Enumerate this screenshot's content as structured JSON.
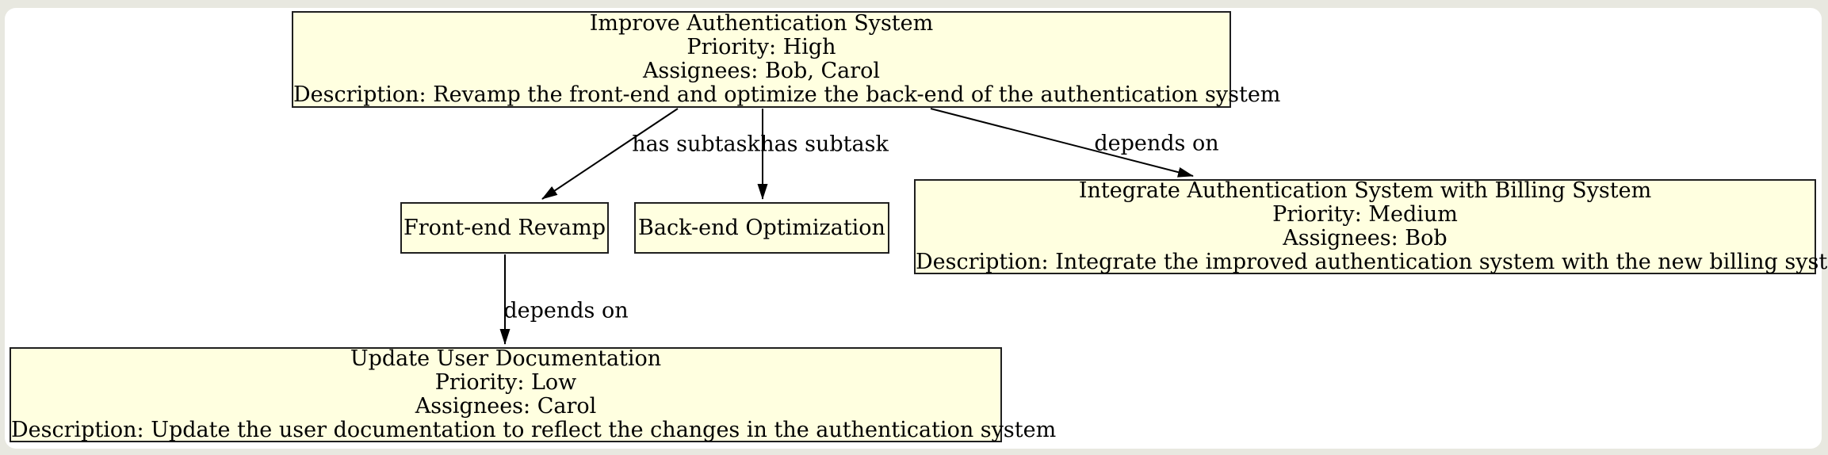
{
  "diagram": {
    "nodes": [
      {
        "id": "improve-auth",
        "title": "Improve Authentication System",
        "priority": "Priority: High",
        "assignees": "Assignees: Bob, Carol",
        "description": "Description: Revamp the front-end and optimize the back-end of the authentication system"
      },
      {
        "id": "front-end-revamp",
        "title": "Front-end Revamp"
      },
      {
        "id": "back-end-optimization",
        "title": "Back-end Optimization"
      },
      {
        "id": "integrate-billing",
        "title": "Integrate Authentication System with Billing System",
        "priority": "Priority: Medium",
        "assignees": "Assignees: Bob",
        "description": "Description: Integrate the improved authentication system with the new billing system"
      },
      {
        "id": "update-user-documentation",
        "title": "Update User Documentation",
        "priority": "Priority: Low",
        "assignees": "Assignees: Carol",
        "description": "Description: Update the user documentation to reflect the changes in the authentication system"
      }
    ],
    "edges": [
      {
        "from": "improve-auth",
        "to": "front-end-revamp",
        "label": "has subtask"
      },
      {
        "from": "improve-auth",
        "to": "back-end-optimization",
        "label": "has subtask"
      },
      {
        "from": "improve-auth",
        "to": "integrate-billing",
        "label": "depends on"
      },
      {
        "from": "front-end-revamp",
        "to": "update-user-documentation",
        "label": "depends on"
      }
    ],
    "colors": {
      "node_fill": "#ffffe0",
      "node_border": "#1f1f1f",
      "edge": "#000000",
      "canvas": "#ffffff",
      "frame_background": "#e8e8e0"
    }
  }
}
